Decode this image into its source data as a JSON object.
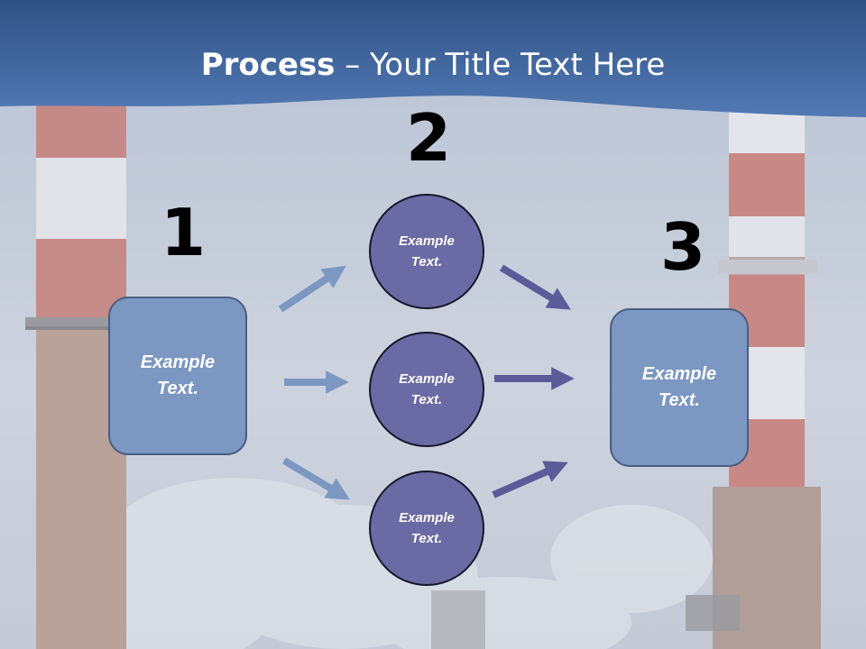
{
  "title": {
    "bold": "Process",
    "rest": " – Your Title Text Here"
  },
  "steps": [
    "1",
    "2",
    "3"
  ],
  "left_box": {
    "line1": "Example",
    "line2": "Text."
  },
  "right_box": {
    "line1": "Example",
    "line2": "Text."
  },
  "circles": [
    {
      "line1": "Example",
      "line2": "Text."
    },
    {
      "line1": "Example",
      "line2": "Text."
    },
    {
      "line1": "Example",
      "line2": "Text."
    }
  ],
  "colors": {
    "header": "#3f6296",
    "box_fill": "#7b97c2",
    "circle_fill": "#6a6aa4",
    "left_arrows": "#7b97c2",
    "right_arrows": "#5b5b99"
  }
}
